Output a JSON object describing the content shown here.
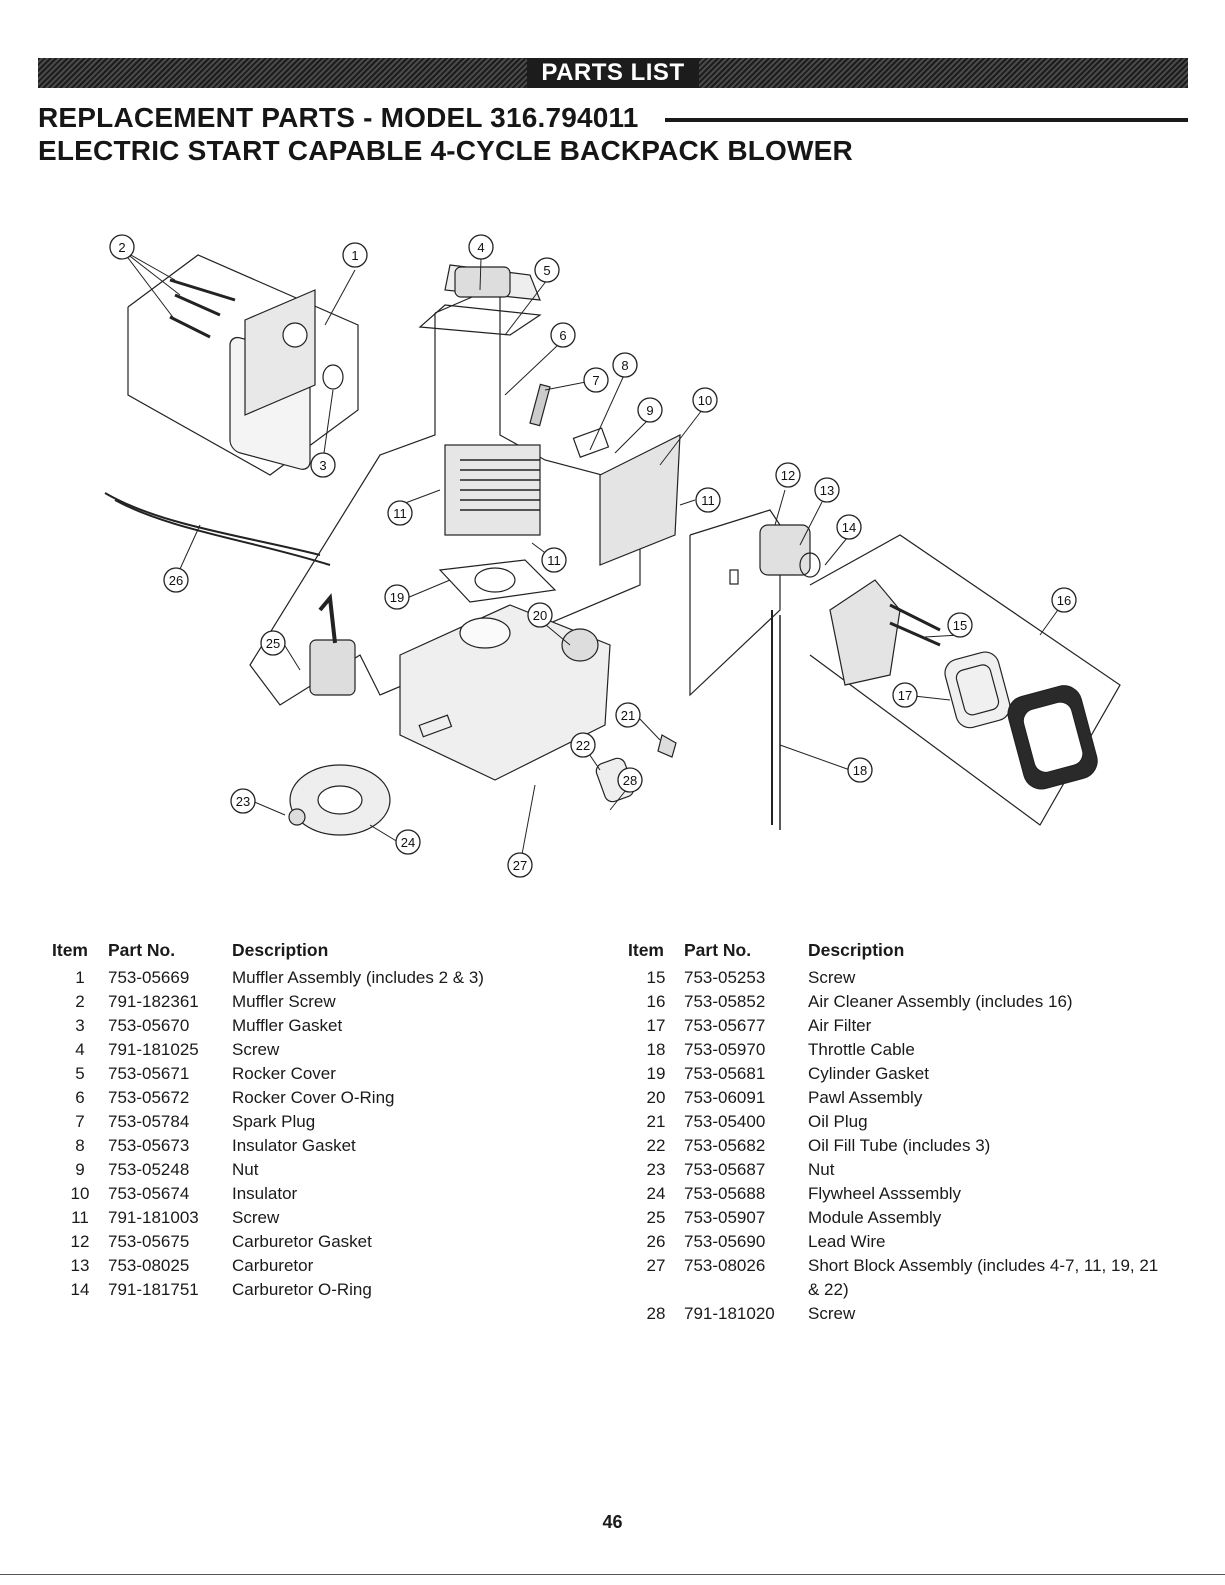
{
  "banner": "PARTS LIST",
  "title_line1": "REPLACEMENT PARTS - MODEL 316.794011",
  "title_line2": "ELECTRIC START CAPABLE 4-CYCLE BACKPACK BLOWER",
  "diagram": {
    "callouts": [
      "1",
      "2",
      "3",
      "4",
      "5",
      "6",
      "7",
      "8",
      "9",
      "10",
      "11",
      "11",
      "11",
      "12",
      "13",
      "14",
      "15",
      "16",
      "17",
      "18",
      "19",
      "20",
      "21",
      "22",
      "23",
      "24",
      "25",
      "26",
      "27",
      "28"
    ]
  },
  "table": {
    "headers": {
      "item": "Item",
      "part": "Part No.",
      "desc": "Description"
    },
    "left_rows": [
      {
        "item": "1",
        "part": "753-05669",
        "desc": "Muffler Assembly (includes 2 & 3)"
      },
      {
        "item": "2",
        "part": "791-182361",
        "desc": "Muffler Screw"
      },
      {
        "item": "3",
        "part": "753-05670",
        "desc": "Muffler Gasket"
      },
      {
        "item": "4",
        "part": "791-181025",
        "desc": "Screw"
      },
      {
        "item": "5",
        "part": "753-05671",
        "desc": "Rocker Cover"
      },
      {
        "item": "6",
        "part": "753-05672",
        "desc": "Rocker Cover O-Ring"
      },
      {
        "item": "7",
        "part": "753-05784",
        "desc": "Spark Plug"
      },
      {
        "item": "8",
        "part": "753-05673",
        "desc": "Insulator Gasket"
      },
      {
        "item": "9",
        "part": "753-05248",
        "desc": "Nut"
      },
      {
        "item": "10",
        "part": "753-05674",
        "desc": "Insulator"
      },
      {
        "item": "11",
        "part": "791-181003",
        "desc": "Screw"
      },
      {
        "item": "12",
        "part": "753-05675",
        "desc": "Carburetor Gasket"
      },
      {
        "item": "13",
        "part": "753-08025",
        "desc": "Carburetor"
      },
      {
        "item": "14",
        "part": "791-181751",
        "desc": "Carburetor O-Ring"
      }
    ],
    "right_rows": [
      {
        "item": "15",
        "part": "753-05253",
        "desc": "Screw"
      },
      {
        "item": "16",
        "part": "753-05852",
        "desc": "Air Cleaner Assembly (includes 16)"
      },
      {
        "item": "17",
        "part": "753-05677",
        "desc": "Air Filter"
      },
      {
        "item": "18",
        "part": "753-05970",
        "desc": "Throttle Cable"
      },
      {
        "item": "19",
        "part": "753-05681",
        "desc": "Cylinder Gasket"
      },
      {
        "item": "20",
        "part": "753-06091",
        "desc": "Pawl Assembly"
      },
      {
        "item": "21",
        "part": "753-05400",
        "desc": "Oil Plug"
      },
      {
        "item": "22",
        "part": "753-05682",
        "desc": "Oil Fill Tube (includes 3)"
      },
      {
        "item": "23",
        "part": "753-05687",
        "desc": "Nut"
      },
      {
        "item": "24",
        "part": "753-05688",
        "desc": "Flywheel Asssembly"
      },
      {
        "item": "25",
        "part": "753-05907",
        "desc": "Module Assembly"
      },
      {
        "item": "26",
        "part": "753-05690",
        "desc": "Lead Wire"
      },
      {
        "item": "27",
        "part": "753-08026",
        "desc": "Short Block Assembly (includes 4-7, 11, 19, 21 & 22)"
      },
      {
        "item": "28",
        "part": "791-181020",
        "desc": "Screw"
      }
    ]
  },
  "page_number": "46"
}
